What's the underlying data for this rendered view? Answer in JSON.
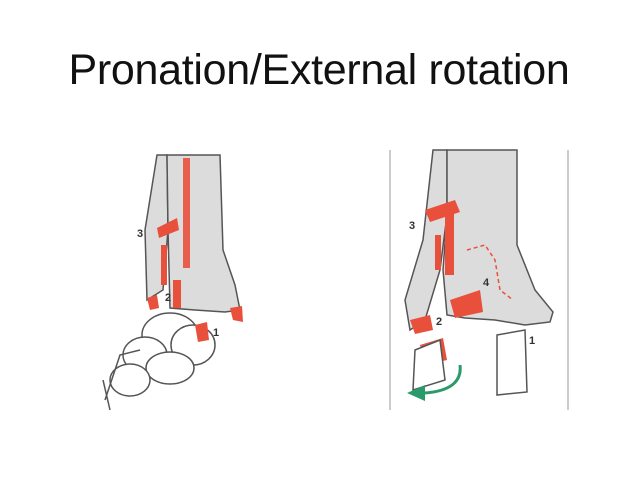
{
  "title": "Pronation/External rotation",
  "colors": {
    "bone_fill": "#dcdcdc",
    "bone_outline": "#555555",
    "fracture": "#e8503c",
    "arrow": "#2a9a6a"
  },
  "left_diagram": {
    "labels": [
      "3",
      "2",
      "1"
    ]
  },
  "right_diagram": {
    "labels": [
      "3",
      "4",
      "2",
      "1"
    ]
  }
}
